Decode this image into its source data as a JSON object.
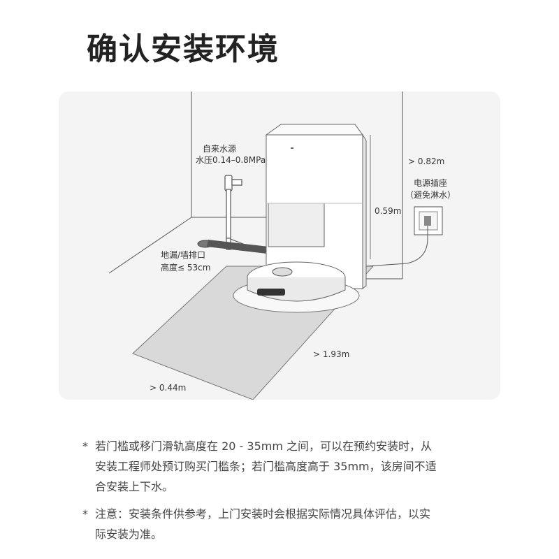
{
  "title": "确认安装环境",
  "diagram": {
    "water_label_1": "自来水源",
    "water_label_2": "水压0.14–0.8MPa",
    "drain_label_1": "地漏/墙排口",
    "drain_label_2": "高度≤ 53cm",
    "height_label": "0.59m",
    "side_clearance": "> 0.82m",
    "socket_label_1": "电源插座",
    "socket_label_2": "（避免淋水）",
    "front_clearance": "> 1.93m",
    "left_clearance": "> 0.44m"
  },
  "notes": [
    {
      "marker": "*",
      "lines": [
        "若门槛或移门滑轨高度在 20 - 35mm 之间，可以在预约安装时，从",
        "安装工程师处预订购买门槛条；若门槛高度高于 35mm，该房间不适",
        "合安装上下水。"
      ]
    },
    {
      "marker": "*",
      "lines": [
        "注意：安装条件供参考，上门安装时会根据实际情况具体评估，以实",
        "际安装为准。"
      ]
    }
  ]
}
